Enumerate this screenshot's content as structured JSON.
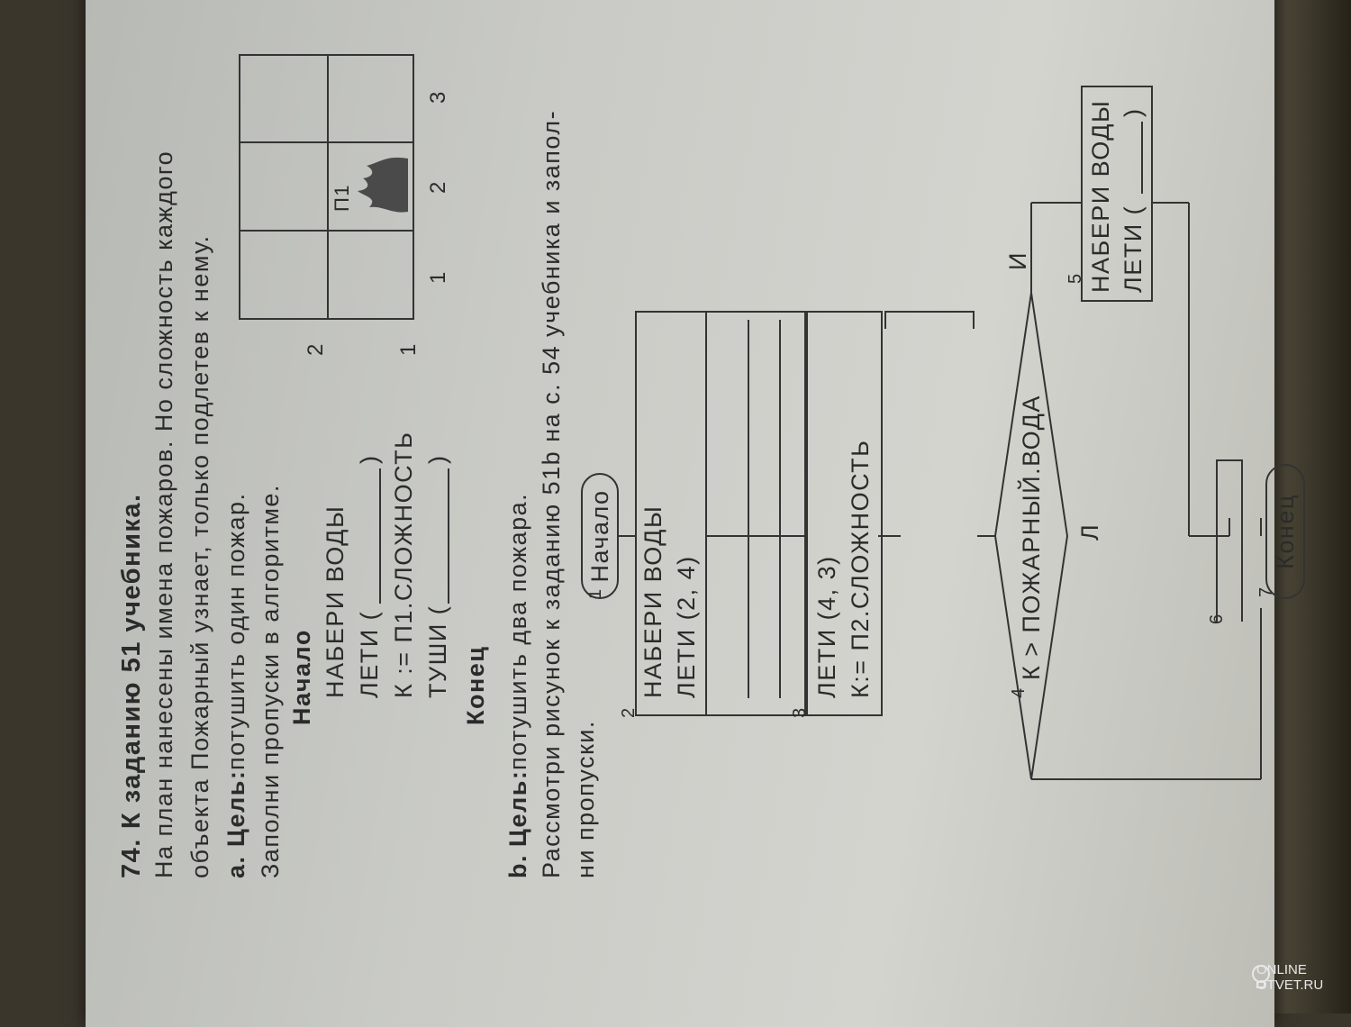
{
  "task": {
    "number": "74.",
    "title": "К заданию 51 учебника.",
    "intro": [
      "На план нанесены имена пожаров. Но сложность каждого",
      "объекта Пожарный узнает, только подлетев к нему."
    ]
  },
  "part_a": {
    "label": "a.",
    "goal_word": "Цель:",
    "goal": "потушить один пожар.",
    "instruction": "Заполни пропуски в алгоритме.",
    "algorithm": {
      "start": "Начало",
      "lines": [
        "НАБЕРИ ВОДЫ",
        "ЛЕТИ (",
        ")",
        "К := П1.СЛОЖНОСТЬ",
        "ТУШИ (",
        ")"
      ],
      "end": "Конец"
    },
    "grid": {
      "row_labels": [
        "2",
        "1"
      ],
      "col_labels": [
        "1",
        "2",
        "3"
      ],
      "fire_label": "П1"
    }
  },
  "part_b": {
    "label": "b.",
    "goal_word": "Цель:",
    "goal": "потушить два пожара.",
    "instruction": [
      "Рассмотри рисунок к заданию 51b на с. 54 учебника и запол-",
      "ни пропуски."
    ],
    "flowchart": {
      "n1": "1",
      "start": "Начало",
      "n2": "2",
      "b2_line1": "НАБЕРИ ВОДЫ",
      "b2_line2": "ЛЕТИ (2, 4)",
      "n3": "3",
      "b3_line1": "ЛЕТИ (4, 3)",
      "b3_line2": "К:= П2.СЛОЖНОСТЬ",
      "n4": "4",
      "condition": "К > ПОЖАРНЫЙ.ВОДА",
      "yes": "И",
      "no": "Л",
      "n5": "5",
      "b5_line1": "НАБЕРИ ВОДЫ",
      "b5_line2": "ЛЕТИ (",
      "b5_close": ")",
      "n6": "6",
      "n7": "7",
      "end": "Конец"
    }
  },
  "watermark": [
    "ONLINE",
    "OTVET.RU"
  ]
}
